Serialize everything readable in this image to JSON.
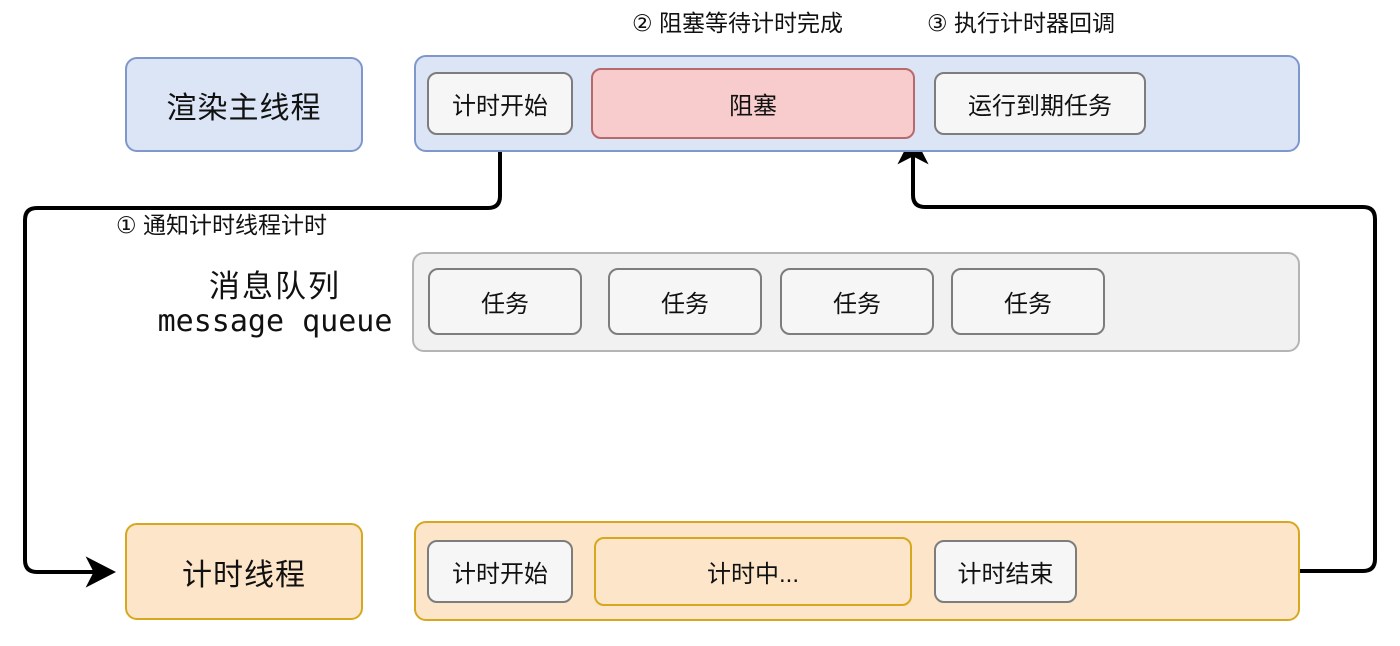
{
  "diagram": {
    "title": "JS timer blocking thread diagram",
    "annotations": [
      {
        "id": "step1",
        "text": "① 通知计时线程计时"
      },
      {
        "id": "step2",
        "text": "② 阻塞等待计时完成"
      },
      {
        "id": "step3",
        "text": "③ 执行计时器回调"
      }
    ],
    "lanes": {
      "main_thread": {
        "label": "渲染主线程",
        "chips": [
          {
            "id": "timer-start",
            "text": "计时开始",
            "style": "gray"
          },
          {
            "id": "blocked",
            "text": "阻塞",
            "style": "pink"
          },
          {
            "id": "run-due-task",
            "text": "运行到期任务",
            "style": "gray"
          }
        ]
      },
      "message_queue": {
        "label_cn": "消息队列",
        "label_en": "message queue",
        "tasks": [
          {
            "id": "task-1",
            "text": "任务"
          },
          {
            "id": "task-2",
            "text": "任务"
          },
          {
            "id": "task-3",
            "text": "任务"
          },
          {
            "id": "task-4",
            "text": "任务"
          }
        ]
      },
      "timer_thread": {
        "label": "计时线程",
        "chips": [
          {
            "id": "timing-start",
            "text": "计时开始",
            "style": "gray"
          },
          {
            "id": "timing-running",
            "text": "计时中...",
            "style": "orange"
          },
          {
            "id": "timing-end",
            "text": "计时结束",
            "style": "gray"
          }
        ]
      }
    },
    "colors": {
      "blue_fill": "#dbe5f6",
      "blue_border": "#7f97cb",
      "orange_fill": "#fce5c8",
      "orange_border": "#d7a81f",
      "pink_fill": "#f8cccd",
      "pink_border": "#b76a6c",
      "gray_fill": "#f6f6f6",
      "gray_border": "#7d7d7d",
      "queue_fill": "#f1f1f1",
      "queue_border": "#b4b4b4",
      "arrow": "#000000"
    }
  }
}
